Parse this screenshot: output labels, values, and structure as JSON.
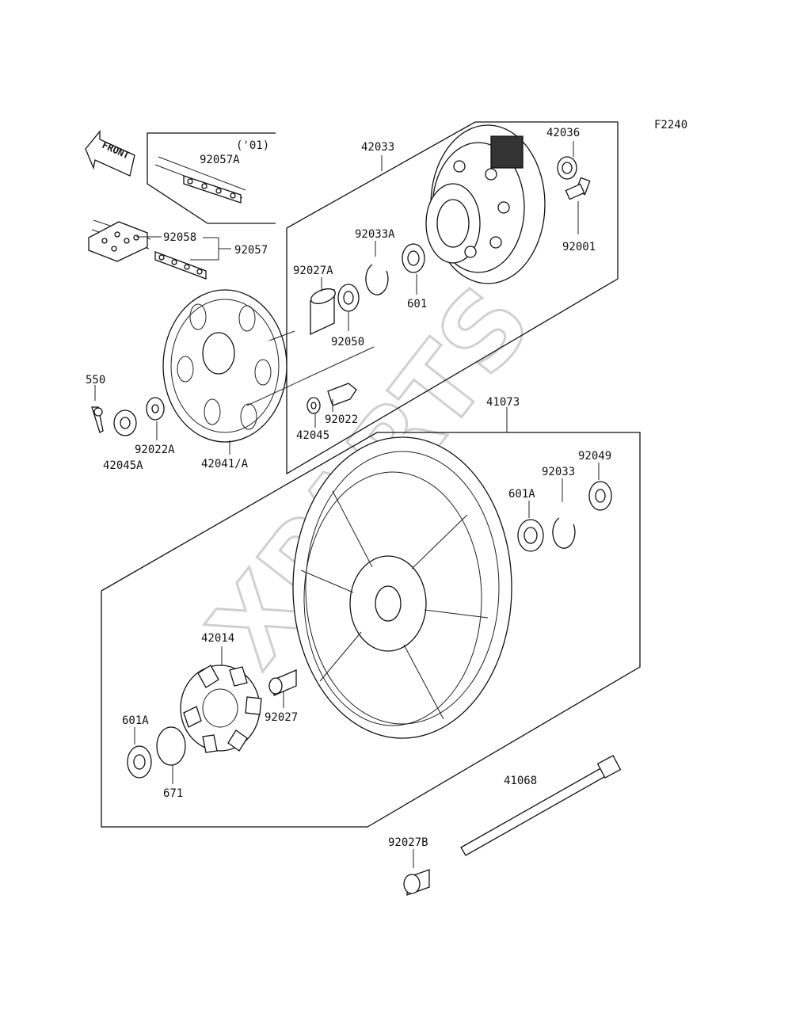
{
  "figure_code": "F2240",
  "front_arrow": "FRONT",
  "watermark": "XPARTS",
  "note_01": "('01)",
  "labels": {
    "p42033": "42033",
    "p42036": "42036",
    "p92057A": "92057A",
    "p92058": "92058",
    "p92057": "92057",
    "p92033A": "92033A",
    "p92001": "92001",
    "p92027A": "92027A",
    "p601": "601",
    "p92050": "92050",
    "p550": "550",
    "p92022": "92022",
    "p42045": "42045",
    "p92022A": "92022A",
    "p42045A": "42045A",
    "p42041A": "42041/A",
    "p41073": "41073",
    "p92049": "92049",
    "p92033": "92033",
    "p601A_top": "601A",
    "p42014": "42014",
    "p92027": "92027",
    "p601A_bottom": "601A",
    "p671": "671",
    "p41068": "41068",
    "p92027B": "92027B"
  },
  "colors": {
    "line": "#111111",
    "background": "#ffffff",
    "watermark": "#d0d0d0"
  }
}
